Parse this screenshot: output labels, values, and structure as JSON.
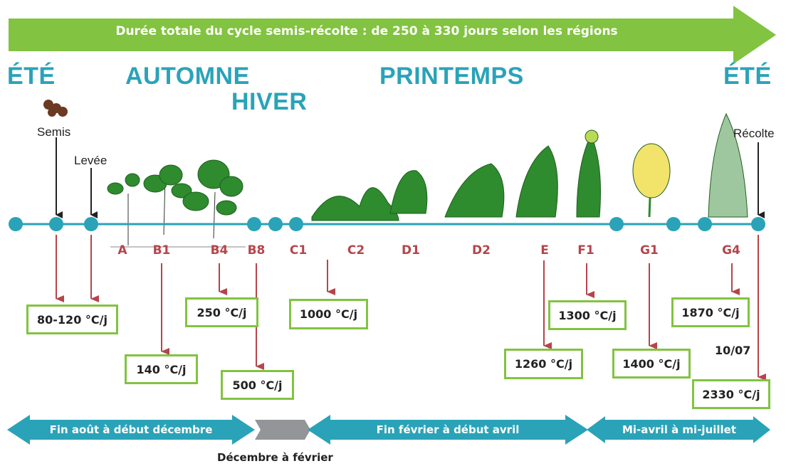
{
  "header": {
    "cycle_text": "Durée totale du cycle semis-récolte : de 250 à 330 jours selon les régions"
  },
  "seasons": {
    "ete_left": "ÉTÉ",
    "automne": "AUTOMNE",
    "hiver": "HIVER",
    "printemps": "PRINTEMPS",
    "ete_right": "ÉTÉ"
  },
  "events": {
    "semis": "Semis",
    "levee": "Levée",
    "recolte": "Récolte"
  },
  "stages": [
    "A",
    "B1",
    "B4",
    "B8",
    "C1",
    "C2",
    "D1",
    "D2",
    "E",
    "F1",
    "G1",
    "G4"
  ],
  "gdd": {
    "semis": "80-120 °C/j",
    "b1": "140 °C/j",
    "b4": "250 °C/j",
    "b8": "500 °C/j",
    "c1": "1000 °C/j",
    "e": "1260 °C/j",
    "f1": "1300 °C/j",
    "g1": "1400 °C/j",
    "g4": "1870 °C/j",
    "recolte": "2330 °C/j"
  },
  "harvest_date": "10/07",
  "periods": {
    "autumn": "Fin août à début décembre",
    "winter": "Décembre à février",
    "spring": "Fin février à début avril",
    "summer": "Mi-avril à mi-juillet"
  },
  "colors": {
    "green_arrow": "#82c341",
    "teal": "#2aa3b8",
    "red": "#b5454b",
    "box_border": "#82c341",
    "grey": "#939598",
    "plant": "#2e8b2e"
  }
}
